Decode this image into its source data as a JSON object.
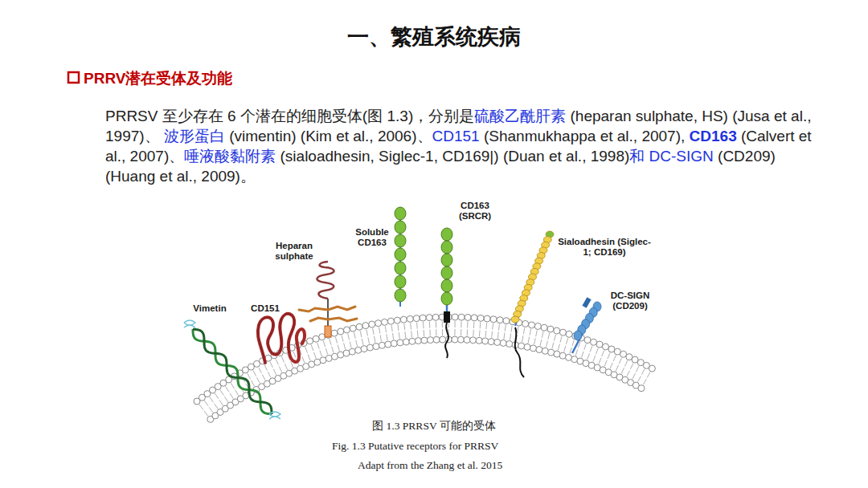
{
  "diagram": {
    "title": "一、繁殖系统疾病",
    "caption": "图 1.3 PRRSV 可能的受体",
    "labels": [
      "PRRV潜在受体及功能",
      "PRRSV 至少存在 6 个潜在的细胞受体(图 1.3)，分别是",
      "硫酸乙酰肝素",
      " (heparan sulphate, HS) (Jusa et al., 1997)、 ",
      "波形蛋白",
      " (vimentin) (Kim et al., 2006)、",
      "CD151",
      " (Shanmukhappa et al., 2007), ",
      "CD163",
      " (Calvert et al., 2007)、",
      "唾液酸黏附素",
      " (sialoadhesin, Siglec-1, CD169|) (Duan et al., 1998)",
      "和 DC-SIGN",
      " (CD209) (Huang et al., 2009)。",
      "Vimetin",
      "CD151",
      "Heparan sulphate",
      "Soluble CD163",
      "CD163 (SRCR)",
      "Sialoadhesin (Siglec-1; CD169)",
      "DC-SIGN (CD209)",
      "Fig. 1.3 Putative receptors for PRRSV",
      "Adapt from the Zhang et al. 2015"
    ]
  }
}
